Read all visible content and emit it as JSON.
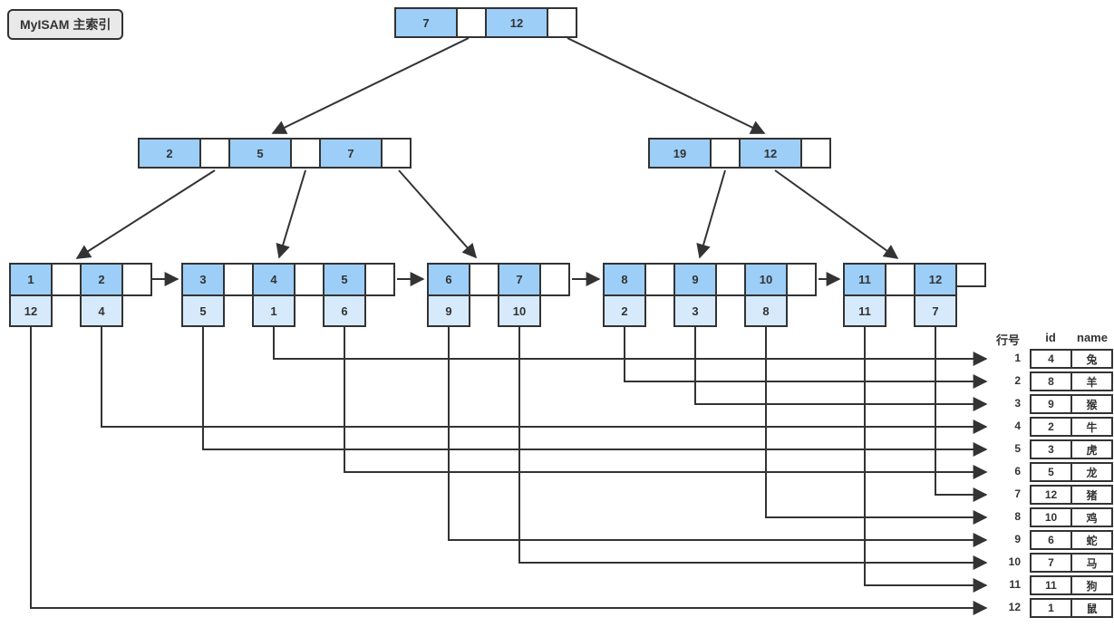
{
  "label": "MyISAM 主索引",
  "colors": {
    "key_fill": "#9ccef8",
    "pointer_fill": "#d6eafb",
    "border": "#333333",
    "wire": "#333333",
    "badge_bg": "#e9e9e9"
  },
  "tree": {
    "root": {
      "keys": [
        "7",
        "12"
      ]
    },
    "internal": [
      {
        "keys": [
          "2",
          "5",
          "7"
        ]
      },
      {
        "keys": [
          "19",
          "12"
        ]
      }
    ],
    "leaves": [
      {
        "keys": [
          "1",
          "2"
        ],
        "pointers": [
          "12",
          "4"
        ]
      },
      {
        "keys": [
          "3",
          "4",
          "5"
        ],
        "pointers": [
          "5",
          "1",
          "6"
        ]
      },
      {
        "keys": [
          "6",
          "7"
        ],
        "pointers": [
          "9",
          "10"
        ]
      },
      {
        "keys": [
          "8",
          "9",
          "10"
        ],
        "pointers": [
          "2",
          "3",
          "8"
        ]
      },
      {
        "keys": [
          "11",
          "12"
        ],
        "pointers": [
          "11",
          "7"
        ]
      }
    ]
  },
  "table": {
    "headers": {
      "row": "行号",
      "id": "id",
      "name": "name"
    },
    "rows": [
      {
        "row": "1",
        "id": "4",
        "name": "兔"
      },
      {
        "row": "2",
        "id": "8",
        "name": "羊"
      },
      {
        "row": "3",
        "id": "9",
        "name": "猴"
      },
      {
        "row": "4",
        "id": "2",
        "name": "牛"
      },
      {
        "row": "5",
        "id": "3",
        "name": "虎"
      },
      {
        "row": "6",
        "id": "5",
        "name": "龙"
      },
      {
        "row": "7",
        "id": "12",
        "name": "猪"
      },
      {
        "row": "8",
        "id": "10",
        "name": "鸡"
      },
      {
        "row": "9",
        "id": "6",
        "name": "蛇"
      },
      {
        "row": "10",
        "id": "7",
        "name": "马"
      },
      {
        "row": "11",
        "id": "11",
        "name": "狗"
      },
      {
        "row": "12",
        "id": "1",
        "name": "鼠"
      }
    ]
  },
  "links": [
    {
      "key": "1",
      "row": 12
    },
    {
      "key": "2",
      "row": 4
    },
    {
      "key": "3",
      "row": 5
    },
    {
      "key": "4",
      "row": 1
    },
    {
      "key": "5",
      "row": 6
    },
    {
      "key": "6",
      "row": 9
    },
    {
      "key": "7",
      "row": 10
    },
    {
      "key": "8",
      "row": 2
    },
    {
      "key": "9",
      "row": 3
    },
    {
      "key": "10",
      "row": 8
    },
    {
      "key": "11",
      "row": 11
    },
    {
      "key": "12",
      "row": 7
    }
  ]
}
